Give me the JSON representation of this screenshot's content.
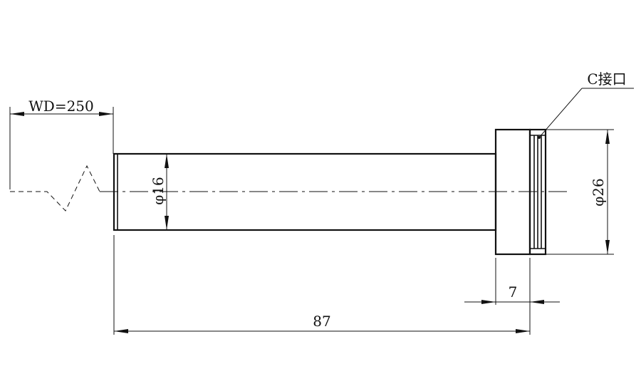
{
  "drawing": {
    "label_wd": "WD=250",
    "label_shaft_diameter": "φ16",
    "label_flange_diameter": "φ26",
    "label_flange_width": "7",
    "label_overall_length": "87",
    "label_mount": "C接口"
  }
}
